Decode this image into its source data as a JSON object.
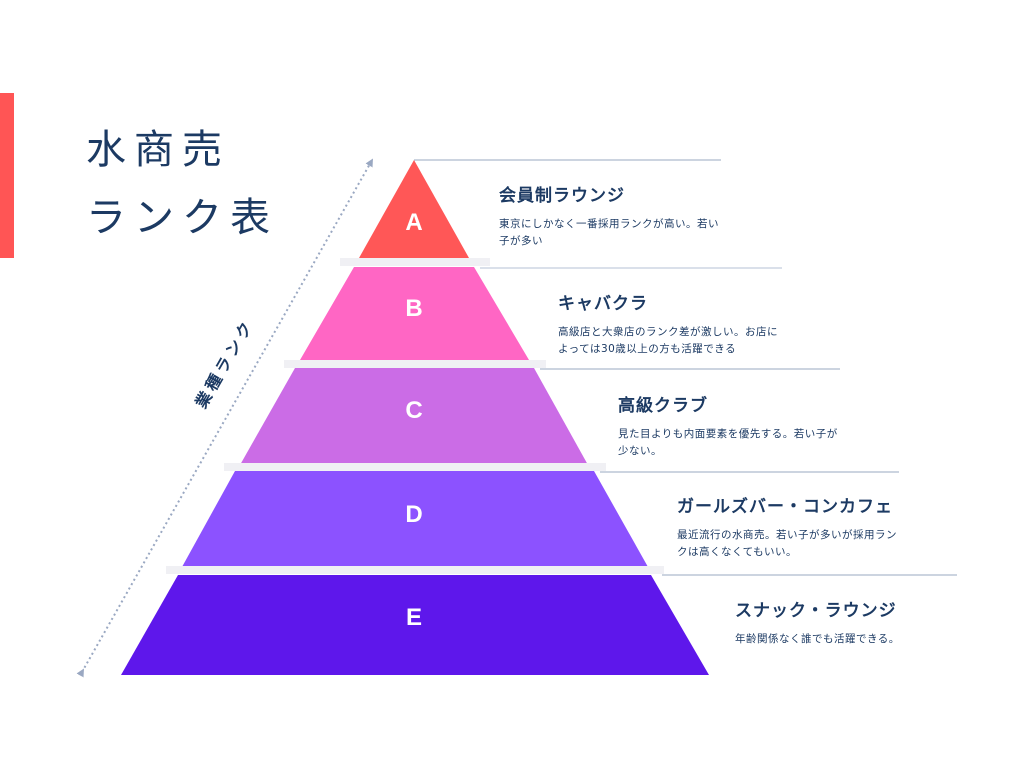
{
  "title": {
    "line1": "水商売",
    "line2": "ランク表"
  },
  "axis": {
    "label": "業種ランク",
    "icon": "double-arrow-dotted"
  },
  "colors": {
    "accent": "#ff5555",
    "text": "#1c3a63",
    "divider": "#f0f0f4",
    "rule": "#9aa8c2",
    "tierA": "#ff5757",
    "tierB": "#ff66c4",
    "tierC": "#cb6ce6",
    "tierD": "#8c52ff",
    "tierE": "#5e17eb"
  },
  "tiers": [
    {
      "letter": "A",
      "name": "会員制ラウンジ",
      "description": "東京にしかなく一番採用ランクが高い。若い子が多い"
    },
    {
      "letter": "B",
      "name": "キャバクラ",
      "description": "高級店と大衆店のランク差が激しい。お店によっては30歳以上の方も活躍できる"
    },
    {
      "letter": "C",
      "name": "高級クラブ",
      "description": "見た目よりも内面要素を優先する。若い子が少ない。"
    },
    {
      "letter": "D",
      "name": "ガールズバー・コンカフェ",
      "description": "最近流行の水商売。若い子が多いが採用ランクは高くなくてもいい。"
    },
    {
      "letter": "E",
      "name": "スナック・ラウンジ",
      "description": "年齢関係なく誰でも活躍できる。"
    }
  ]
}
